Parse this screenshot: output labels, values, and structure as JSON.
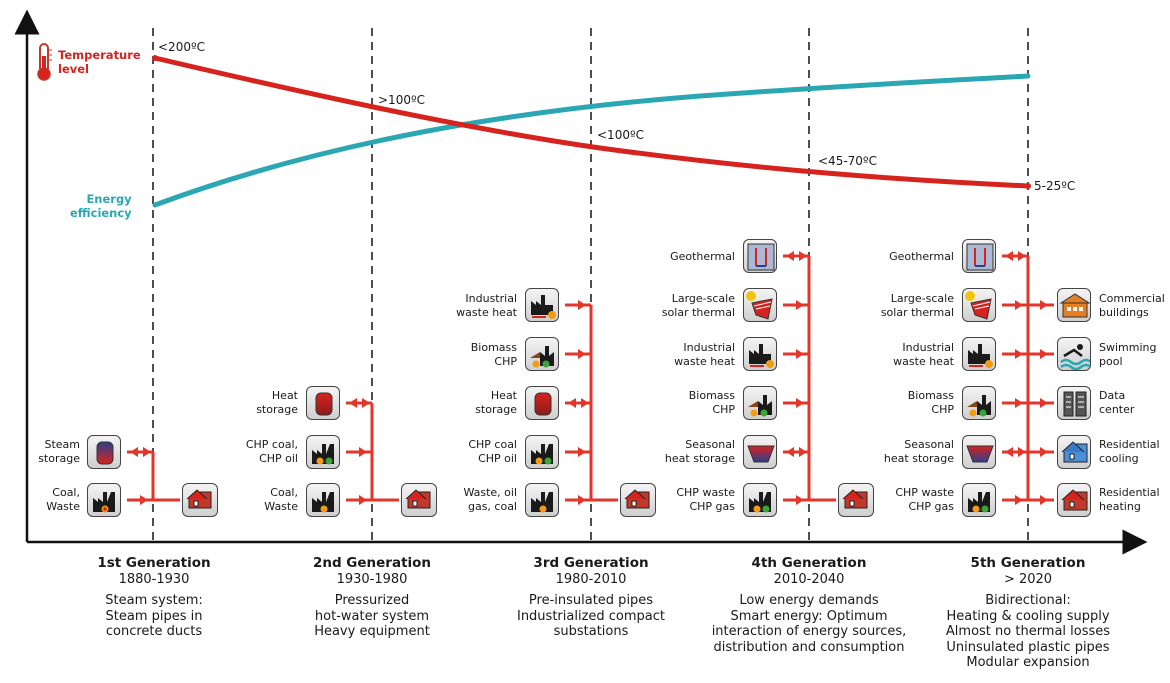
{
  "temperature": {
    "label": "Temperature\nlevel",
    "points": [
      "<200ºC",
      ">100ºC",
      "<100ºC",
      "<45-70ºC",
      "5-25ºC"
    ]
  },
  "efficiency": {
    "label": "Energy\nefficiency"
  },
  "colors": {
    "temperature": "#d7231e",
    "efficiency": "#2aa7b3",
    "pipe": "#e4352b"
  },
  "generations": [
    {
      "title": "1st Generation",
      "years": "1880-1930",
      "desc": [
        "Steam system:",
        "Steam pipes in",
        "concrete ducts"
      ],
      "sources": [
        {
          "label": "Steam\nstorage",
          "icon": "tank-icon"
        },
        {
          "label": "Coal,\nWaste",
          "icon": "factory-icon"
        }
      ]
    },
    {
      "title": "2nd Generation",
      "years": "1930-1980",
      "desc": [
        "Pressurized",
        "hot-water system",
        "Heavy equipment"
      ],
      "sources": [
        {
          "label": "Heat\nstorage",
          "icon": "tank-icon"
        },
        {
          "label": "CHP coal,\nCHP oil",
          "icon": "chp-factory-icon"
        },
        {
          "label": "Coal,\nWaste",
          "icon": "factory-icon"
        }
      ]
    },
    {
      "title": "3rd Generation",
      "years": "1980-2010",
      "desc": [
        "Pre-insulated pipes",
        "Industrialized compact",
        "substations"
      ],
      "sources": [
        {
          "label": "Industrial\nwaste heat",
          "icon": "industry-icon"
        },
        {
          "label": "Biomass\nCHP",
          "icon": "biomass-icon"
        },
        {
          "label": "Heat\nstorage",
          "icon": "tank-icon"
        },
        {
          "label": "CHP coal\nCHP oil",
          "icon": "chp-factory-icon"
        },
        {
          "label": "Waste, oil\ngas, coal",
          "icon": "factory-icon"
        }
      ]
    },
    {
      "title": "4th Generation",
      "years": "2010-2040",
      "desc": [
        "Low energy demands",
        "Smart energy: Optimum",
        "interaction of energy sources,",
        "distribution and consumption"
      ],
      "sources": [
        {
          "label": "Geothermal",
          "icon": "geothermal-icon"
        },
        {
          "label": "Large-scale\nsolar thermal",
          "icon": "solar-icon"
        },
        {
          "label": "Industrial\nwaste heat",
          "icon": "industry-icon"
        },
        {
          "label": "Biomass\nCHP",
          "icon": "biomass-icon"
        },
        {
          "label": "Seasonal\nheat storage",
          "icon": "pit-storage-icon"
        },
        {
          "label": "CHP waste\nCHP gas",
          "icon": "chp-factory-icon"
        }
      ]
    },
    {
      "title": "5th Generation",
      "years": "> 2020",
      "desc": [
        "Bidirectional:",
        "Heating & cooling supply",
        "Almost no thermal losses",
        "Uninsulated plastic pipes",
        "Modular expansion"
      ],
      "sources": [
        {
          "label": "Geothermal",
          "icon": "geothermal-icon"
        },
        {
          "label": "Large-scale\nsolar thermal",
          "icon": "solar-icon"
        },
        {
          "label": "Industrial\nwaste heat",
          "icon": "industry-icon"
        },
        {
          "label": "Biomass\nCHP",
          "icon": "biomass-icon"
        },
        {
          "label": "Seasonal\nheat storage",
          "icon": "pit-storage-icon"
        },
        {
          "label": "CHP waste\nCHP gas",
          "icon": "chp-factory-icon"
        }
      ],
      "consumers": [
        {
          "label": "Commercial\nbuildings",
          "icon": "commercial-building-icon"
        },
        {
          "label": "Swimming\npool",
          "icon": "swimming-pool-icon"
        },
        {
          "label": "Data\ncenter",
          "icon": "data-center-icon"
        },
        {
          "label": "Residential\ncooling",
          "icon": "cooling-house-icon"
        },
        {
          "label": "Residential\nheating",
          "icon": "heating-house-icon"
        }
      ]
    }
  ]
}
